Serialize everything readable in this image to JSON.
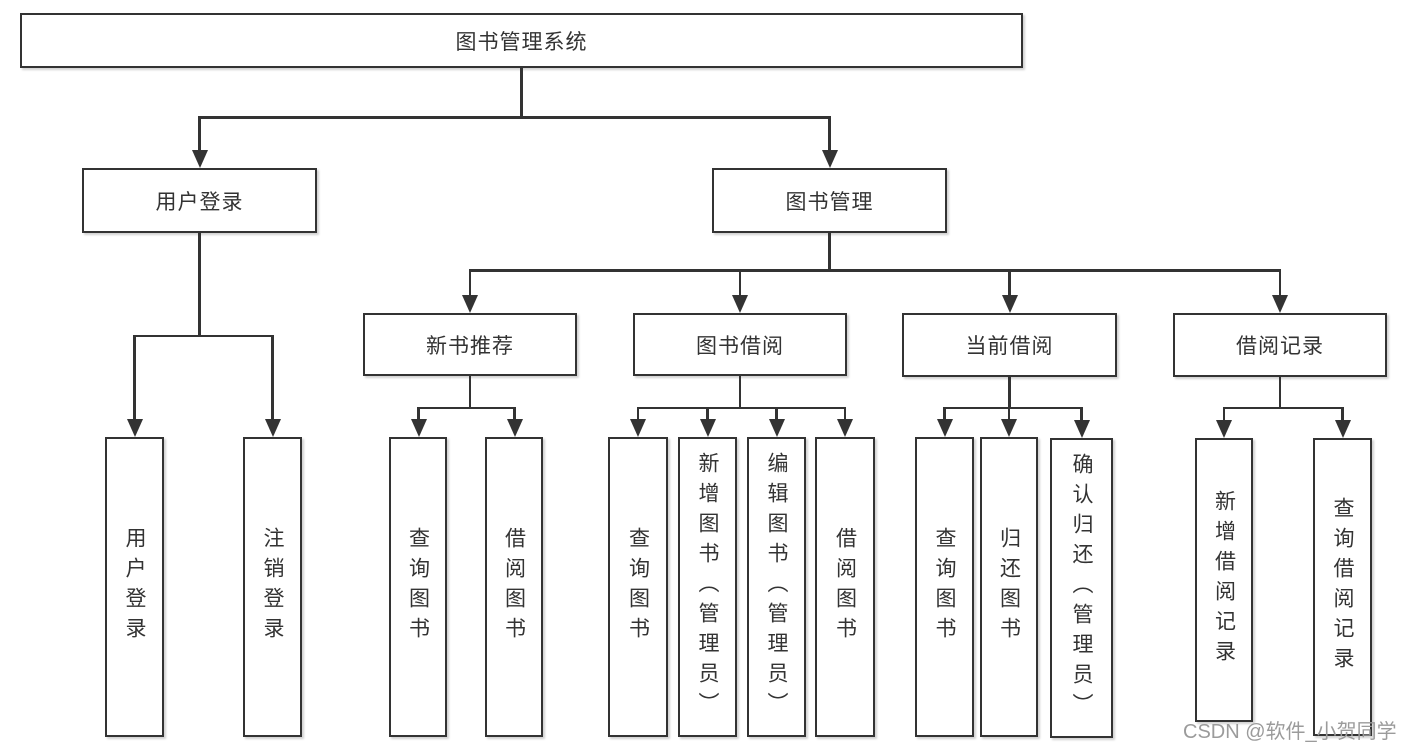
{
  "diagram": {
    "title": "图书管理系统",
    "watermark": "CSDN @软件_小贺同学",
    "colors": {
      "line": "#333333",
      "box_border": "#333333",
      "text": "#333333",
      "watermark": "#9b9b9b",
      "background": "#ffffff"
    },
    "nodes": {
      "root": {
        "label": "图书管理系统"
      },
      "user_login": {
        "label": "用户登录"
      },
      "book_mgmt": {
        "label": "图书管理"
      },
      "new_book_rec": {
        "label": "新书推荐"
      },
      "book_borrow": {
        "label": "图书借阅"
      },
      "current_borrow": {
        "label": "当前借阅"
      },
      "borrow_records": {
        "label": "借阅记录"
      },
      "leaf_user_login": {
        "label": "用户登录"
      },
      "leaf_logout": {
        "label": "注销登录"
      },
      "leaf_nbr_query_book": {
        "label": "查询图书"
      },
      "leaf_nbr_borrow_book": {
        "label": "借阅图书"
      },
      "leaf_bb_query_book": {
        "label": "查询图书"
      },
      "leaf_bb_add_book": {
        "label": "新增图书（管理员）"
      },
      "leaf_bb_edit_book": {
        "label": "编辑图书（管理员）"
      },
      "leaf_bb_borrow_book": {
        "label": "借阅图书"
      },
      "leaf_cb_query_book": {
        "label": "查询图书"
      },
      "leaf_cb_return_book": {
        "label": "归还图书"
      },
      "leaf_cb_confirm_return": {
        "label": "确认归还（管理员）"
      },
      "leaf_br_add_record": {
        "label": "新增借阅记录"
      },
      "leaf_br_query_record": {
        "label": "查询借阅记录"
      }
    },
    "edges": [
      {
        "from": "图书管理系统",
        "to": "用户登录"
      },
      {
        "from": "图书管理系统",
        "to": "图书管理"
      },
      {
        "from": "用户登录",
        "to": "用户登录"
      },
      {
        "from": "用户登录",
        "to": "注销登录"
      },
      {
        "from": "图书管理",
        "to": "新书推荐"
      },
      {
        "from": "图书管理",
        "to": "图书借阅"
      },
      {
        "from": "图书管理",
        "to": "当前借阅"
      },
      {
        "from": "图书管理",
        "to": "借阅记录"
      },
      {
        "from": "新书推荐",
        "to": "查询图书"
      },
      {
        "from": "新书推荐",
        "to": "借阅图书"
      },
      {
        "from": "图书借阅",
        "to": "查询图书"
      },
      {
        "from": "图书借阅",
        "to": "新增图书（管理员）"
      },
      {
        "from": "图书借阅",
        "to": "编辑图书（管理员）"
      },
      {
        "from": "图书借阅",
        "to": "借阅图书"
      },
      {
        "from": "当前借阅",
        "to": "查询图书"
      },
      {
        "from": "当前借阅",
        "to": "归还图书"
      },
      {
        "from": "当前借阅",
        "to": "确认归还（管理员）"
      },
      {
        "from": "借阅记录",
        "to": "新增借阅记录"
      },
      {
        "from": "借阅记录",
        "to": "查询借阅记录"
      }
    ]
  }
}
